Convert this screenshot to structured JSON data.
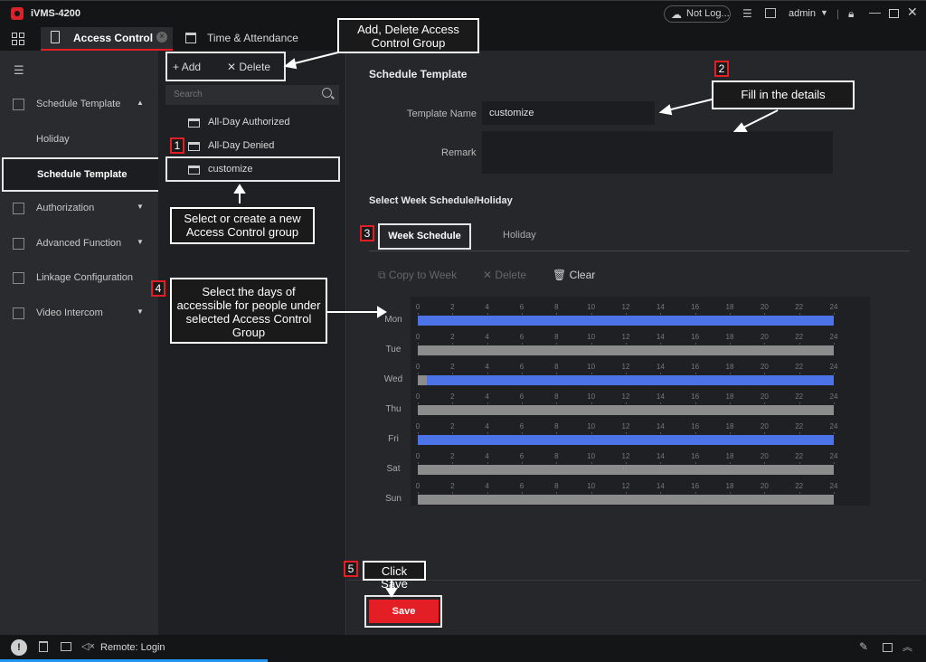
{
  "app": {
    "title": "iVMS-4200"
  },
  "titlebar": {
    "cloud_status": "Not Log...",
    "user": "admin"
  },
  "tabs": [
    {
      "label": "Access Control",
      "active": true
    },
    {
      "label": "Time & Attendance",
      "active": false
    }
  ],
  "sidebar": {
    "items": [
      {
        "label": "Schedule Template",
        "icon": "schedule-icon",
        "expanded": true
      },
      {
        "label": "Holiday"
      },
      {
        "label": "Schedule Template",
        "selected": true
      },
      {
        "label": "Authorization",
        "icon": "lock-icon"
      },
      {
        "label": "Advanced Function",
        "icon": "settings-icon"
      },
      {
        "label": "Linkage Configuration",
        "icon": "linkage-icon"
      },
      {
        "label": "Video Intercom",
        "icon": "intercom-icon"
      }
    ]
  },
  "group_panel": {
    "add_label": "Add",
    "delete_label": "Delete",
    "search_placeholder": "Search",
    "items": [
      {
        "label": "All-Day Authorized"
      },
      {
        "label": "All-Day Denied"
      },
      {
        "label": "customize",
        "selected": true
      }
    ]
  },
  "form": {
    "section_title": "Schedule Template",
    "template_name_label": "Template Name",
    "template_name_value": "customize",
    "remark_label": "Remark",
    "remark_value": ""
  },
  "week_schedule": {
    "section_title": "Select Week Schedule/Holiday",
    "tabs": [
      "Week Schedule",
      "Holiday"
    ],
    "actions": {
      "copy": "Copy to Week",
      "delete": "Delete",
      "clear": "Clear"
    },
    "hour_ticks": [
      "0",
      "2",
      "4",
      "6",
      "8",
      "10",
      "12",
      "14",
      "16",
      "18",
      "20",
      "22",
      "24"
    ],
    "days": [
      {
        "label": "Mon",
        "active": true,
        "start": 0,
        "end": 24
      },
      {
        "label": "Tue",
        "active": false,
        "start": 0,
        "end": 0
      },
      {
        "label": "Wed",
        "active": true,
        "start": 0.5,
        "end": 24
      },
      {
        "label": "Thu",
        "active": false,
        "start": 0,
        "end": 0
      },
      {
        "label": "Fri",
        "active": true,
        "start": 0,
        "end": 24
      },
      {
        "label": "Sat",
        "active": false,
        "start": 0,
        "end": 0
      },
      {
        "label": "Sun",
        "active": false,
        "start": 0,
        "end": 0
      }
    ],
    "colors": {
      "active": "#4d73e8",
      "inactive": "#8c8c8c"
    }
  },
  "save_label": "Save",
  "statusbar": {
    "remote": "Remote: Login"
  },
  "annotations": {
    "add_delete": "Add, Delete Access Control Group",
    "fill_details": "Fill in the details",
    "select_group": "Select or create a new Access Control group",
    "select_days": "Select the days of accessible for people under selected Access Control Group",
    "click_save": "Click Save",
    "numbers": [
      "1",
      "2",
      "3",
      "4",
      "5"
    ]
  },
  "colors": {
    "accent": "#e31e24",
    "background": "#26272b",
    "sidebar": "#2a2b2f"
  }
}
